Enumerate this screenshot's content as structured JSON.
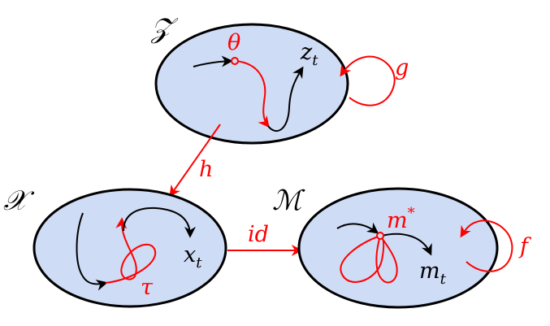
{
  "colors": {
    "fill": "#cfdcf5",
    "outline": "#000000",
    "accent": "#ff0000",
    "trajectory": "#000000"
  },
  "spaces": {
    "z": {
      "name": "𝒵",
      "point": "θ",
      "sub_var": "z",
      "sub_idx": "t"
    },
    "x": {
      "name": "𝒳",
      "sub_var": "x",
      "sub_idx": "t",
      "curve_label": "τ"
    },
    "m": {
      "name": "ℳ",
      "point": "m",
      "point_sup": "*",
      "sub_var": "m",
      "sub_idx": "t"
    }
  },
  "maps": {
    "g": "g",
    "h": "h",
    "id": "id",
    "f": "f"
  }
}
